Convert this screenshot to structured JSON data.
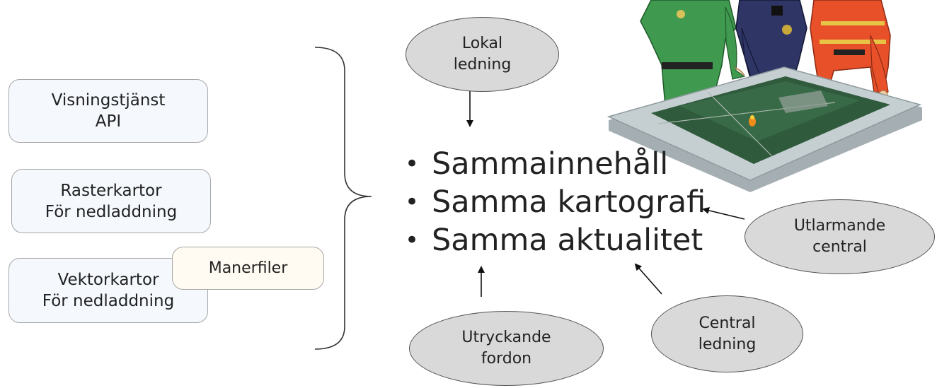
{
  "left_boxes": [
    {
      "lines": [
        "Visningstjänst",
        "API"
      ]
    },
    {
      "lines": [
        "Rasterkartor",
        "För nedladdning"
      ]
    },
    {
      "lines": [
        "Vektorkartor",
        "För nedladdning"
      ]
    }
  ],
  "overlay_box": {
    "label": "Manerfiler"
  },
  "bullets": [
    "Sammainnehåll",
    "Samma kartografi",
    "Samma aktualitet"
  ],
  "ellipses": {
    "lokal": {
      "lines": [
        "Lokal",
        "ledning"
      ]
    },
    "utlarmande": {
      "lines": [
        "Utlarmande",
        "central"
      ]
    },
    "central_ledning": {
      "lines": [
        "Central",
        "ledning"
      ]
    },
    "utryckande": {
      "lines": [
        "Utryckande",
        "fordon"
      ]
    }
  },
  "colors": {
    "box_blue_bg": "#f5f9fe",
    "box_cream_bg": "#fffbf2",
    "ellipse_fill": "#d9d9d9",
    "map_green": "#2f5a3c",
    "table_grey": "#b9c3c6"
  },
  "illustration": {
    "description_icon": "emergency-personnel-around-map-table-illustration"
  }
}
